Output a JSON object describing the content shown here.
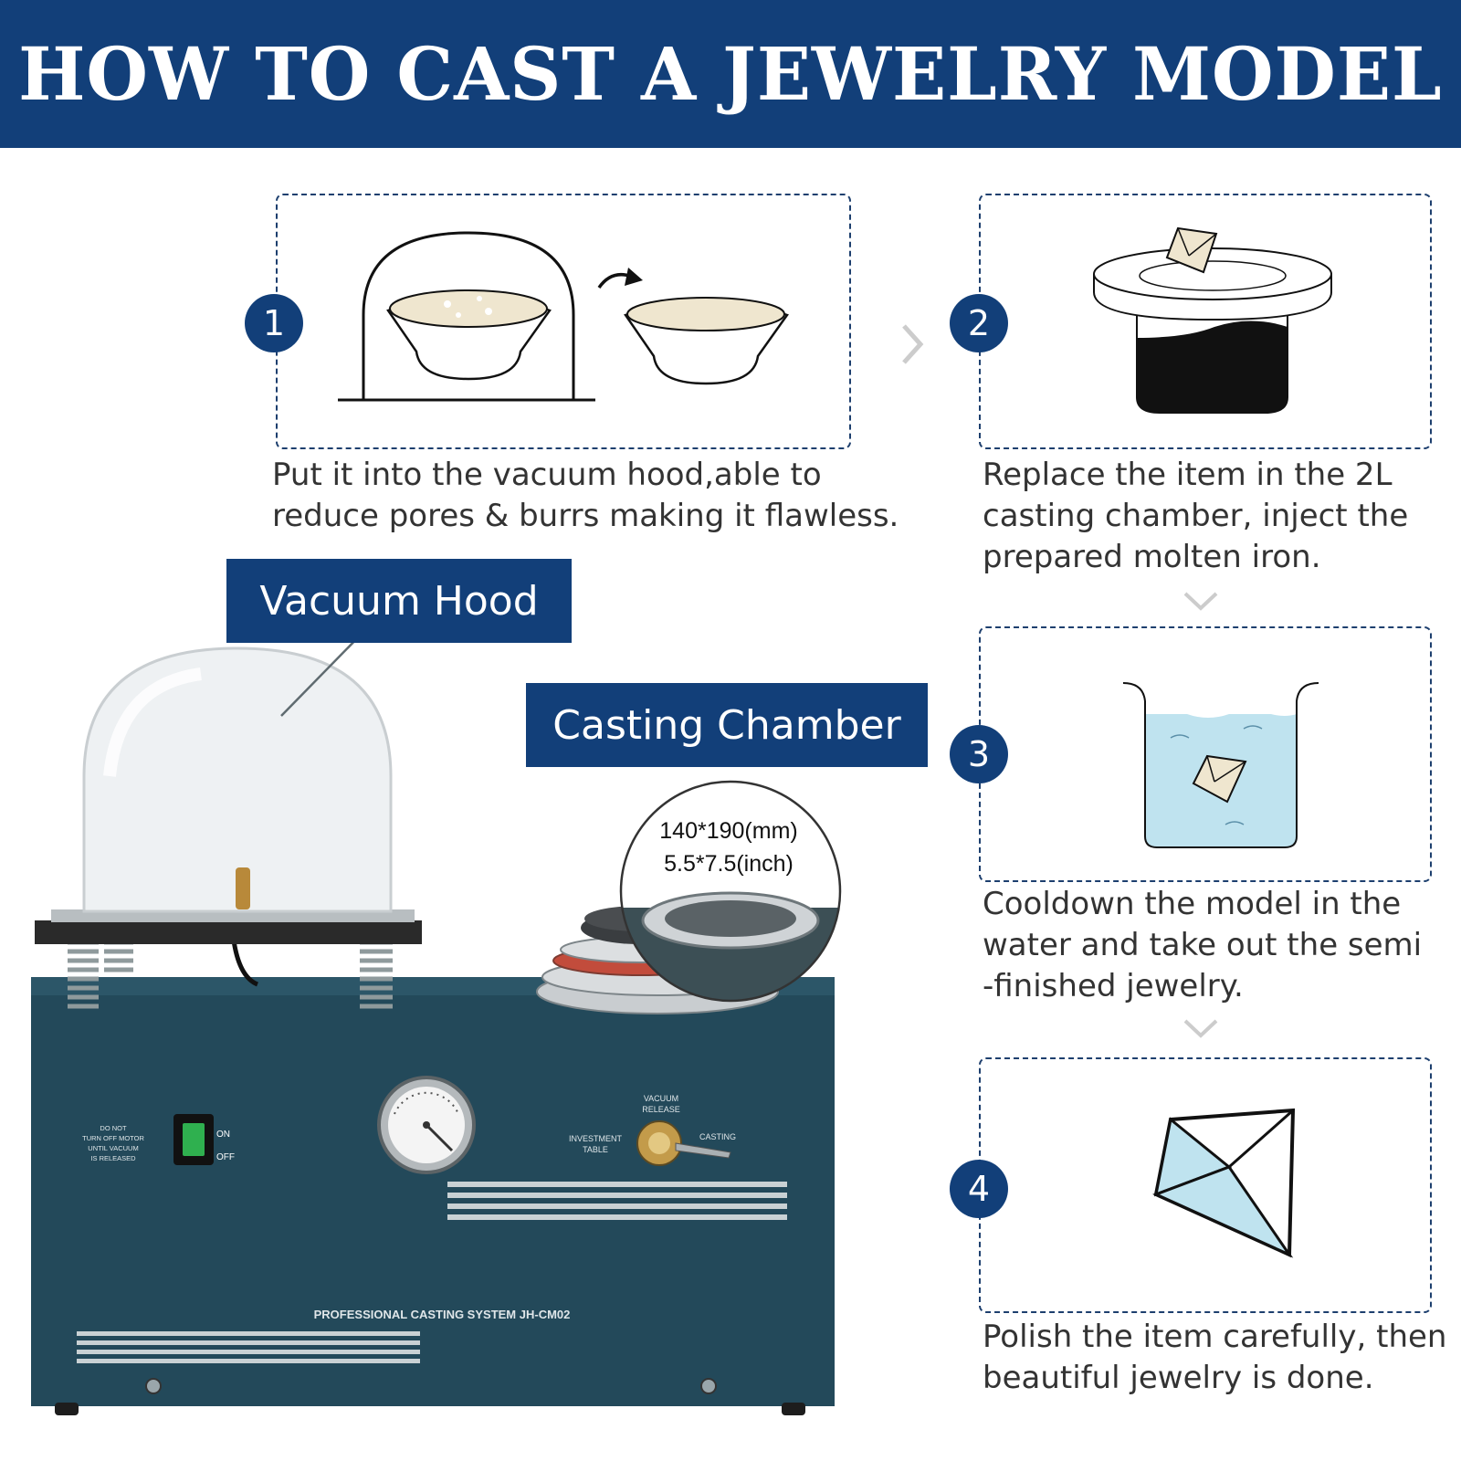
{
  "header": {
    "title": "HOW TO CAST A JEWELRY MODEL"
  },
  "steps": [
    {
      "number": "1",
      "caption_lines": [
        "Put it into the vacuum hood,able to",
        "reduce pores & burrs making it flawless."
      ],
      "illustration": "bowl-in-vacuum-dome"
    },
    {
      "number": "2",
      "caption_lines": [
        "Replace the item in the 2L",
        "casting chamber, inject the",
        "prepared molten iron."
      ],
      "illustration": "flask-on-casting-plate"
    },
    {
      "number": "3",
      "caption_lines": [
        "Cooldown the model in the",
        "water and take out the semi",
        "-finished jewelry."
      ],
      "illustration": "diamond-in-water"
    },
    {
      "number": "4",
      "caption_lines": [
        "Polish the item carefully, then",
        "beautiful jewelry is done."
      ],
      "illustration": "finished-diamond"
    }
  ],
  "labels": {
    "vacuum_hood": "Vacuum Hood",
    "casting_chamber": "Casting Chamber"
  },
  "chamber_size": {
    "mm": "140*190(mm)",
    "inch": "5.5*7.5(inch)"
  },
  "machine": {
    "warning": [
      "DO NOT",
      "TURN OFF MOTOR",
      "UNTIL VACUUM",
      "IS RELEASED"
    ],
    "switch_on": "ON",
    "switch_off": "OFF",
    "investment_table": [
      "INVESTMENT",
      "TABLE"
    ],
    "vacuum_release": [
      "VACUUM",
      "RELEASE"
    ],
    "casting": "CASTING",
    "model_name": "PROFESSIONAL CASTING SYSTEM JH-CM02"
  },
  "colors": {
    "banner": "#123f79",
    "label": "#123f79",
    "machine_body": "#23495a",
    "water": "#bfe3ef",
    "plaster": "#efe6cf"
  }
}
